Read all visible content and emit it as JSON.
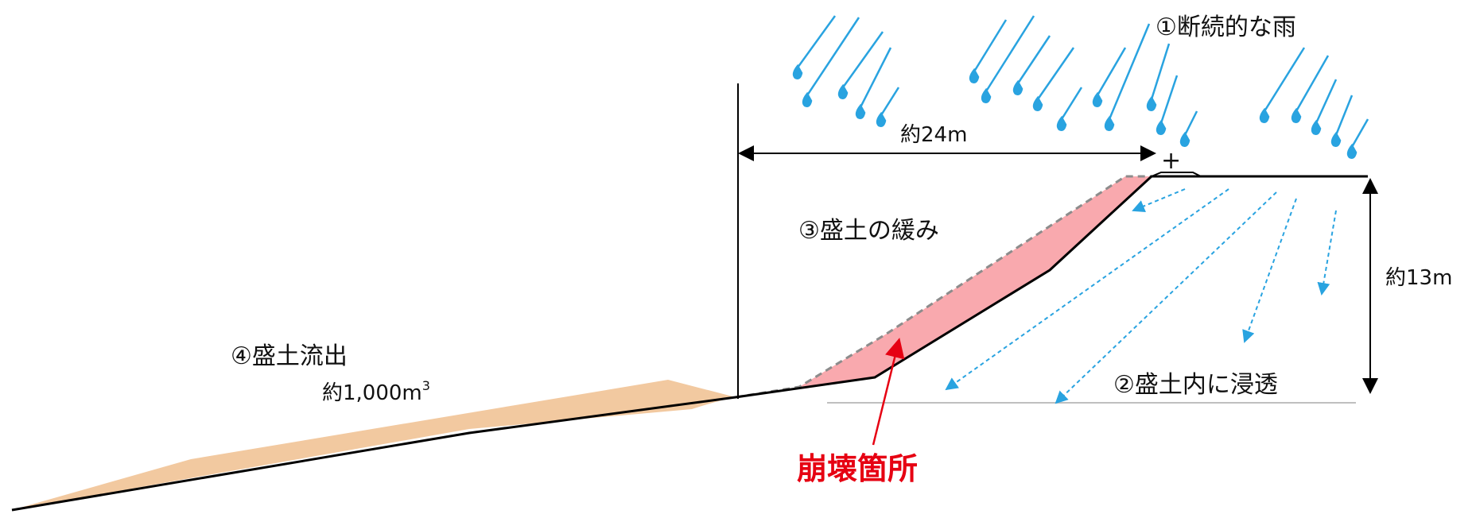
{
  "labels": {
    "rain": "①断続的な雨",
    "infiltration": "②盛土内に浸透",
    "loosening": "③盛土の緩み",
    "outflow": "④盛土流出",
    "volume_prefix": "約1,000m",
    "volume_exp": "3",
    "collapse": "崩壊箇所",
    "width": "約24m",
    "height": "約13m",
    "plus": "+"
  },
  "colors": {
    "rain": "#29a3e0",
    "collapse_fill": "#f9a9ae",
    "collapse_text": "#e60012",
    "debris_fill": "#f2c9a0",
    "ground": "#000000",
    "dashed_outline": "#8c8c8c"
  }
}
